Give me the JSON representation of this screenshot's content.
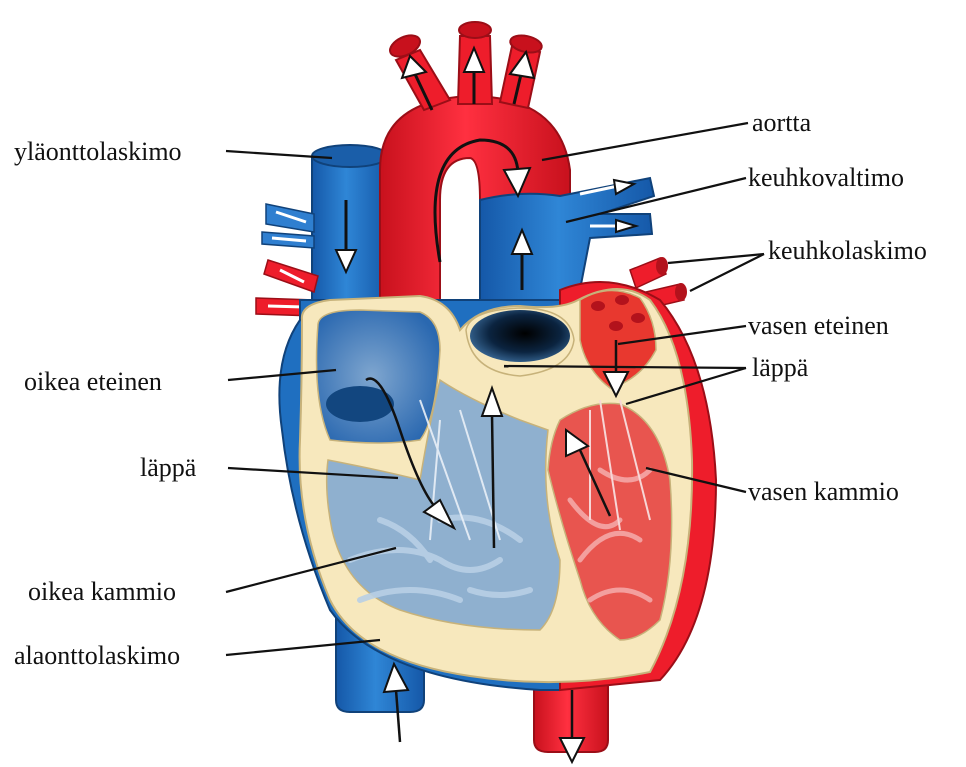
{
  "labels": {
    "superior_vena_cava": "yläonttolaskimo",
    "aorta": "aortta",
    "pulmonary_artery": "keuhkovaltimo",
    "pulmonary_veins": "keuhkolaskimo",
    "left_atrium": "vasen eteinen",
    "valve_left": "läppä",
    "right_atrium": "oikea eteinen",
    "valve_right": "läppä",
    "left_ventricle": "vasen kammio",
    "right_ventricle": "oikea kammio",
    "inferior_vena_cava": "alaonttolaskimo"
  },
  "colors": {
    "oxygenated": "#ee1d2b",
    "oxygenated_dark": "#b3121c",
    "deoxygenated": "#1f6fc0",
    "deoxygenated_light": "#3f8fd8",
    "deoxygenated_dark": "#12467f",
    "wall": "#f7e8bd",
    "wall_edge": "#c7b27a",
    "right_chamber": "#8fb0cf",
    "left_chamber": "#e8554f",
    "arrow_fill": "#ffffff",
    "arrow_stroke": "#111111"
  }
}
